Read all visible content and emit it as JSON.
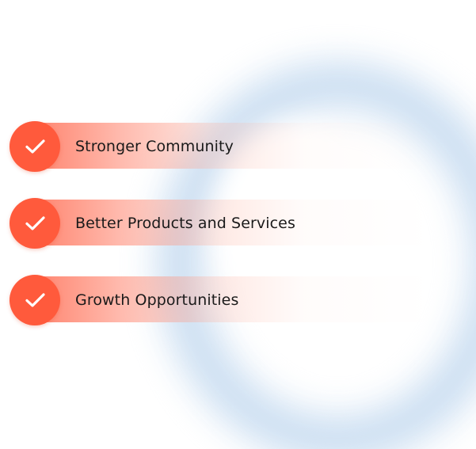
{
  "colors": {
    "accent": "#ff5a3c",
    "glow": "#c9ddf1",
    "text": "#1a1a1a",
    "background": "#ffffff"
  },
  "benefits": {
    "items": [
      {
        "label": "Stronger Community",
        "icon": "check-icon"
      },
      {
        "label": "Better Products and Services",
        "icon": "check-icon"
      },
      {
        "label": "Growth Opportunities",
        "icon": "check-icon"
      }
    ]
  }
}
